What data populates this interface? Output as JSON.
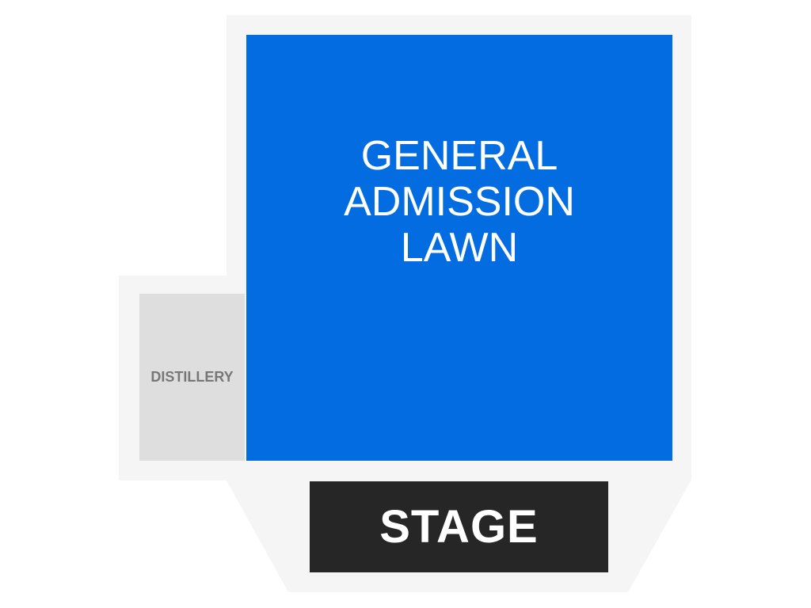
{
  "venue": {
    "background_color": "#f5f5f5",
    "sections": {
      "general_admission_lawn": {
        "label": "GENERAL\nADMISSION\nLAWN",
        "color": "#036ce0",
        "text_color": "#ffffff"
      },
      "distillery": {
        "label": "DISTILLERY",
        "color": "#dedede",
        "text_color": "#777777"
      },
      "stage": {
        "label": "STAGE",
        "color": "#262626",
        "text_color": "#ffffff"
      }
    }
  }
}
